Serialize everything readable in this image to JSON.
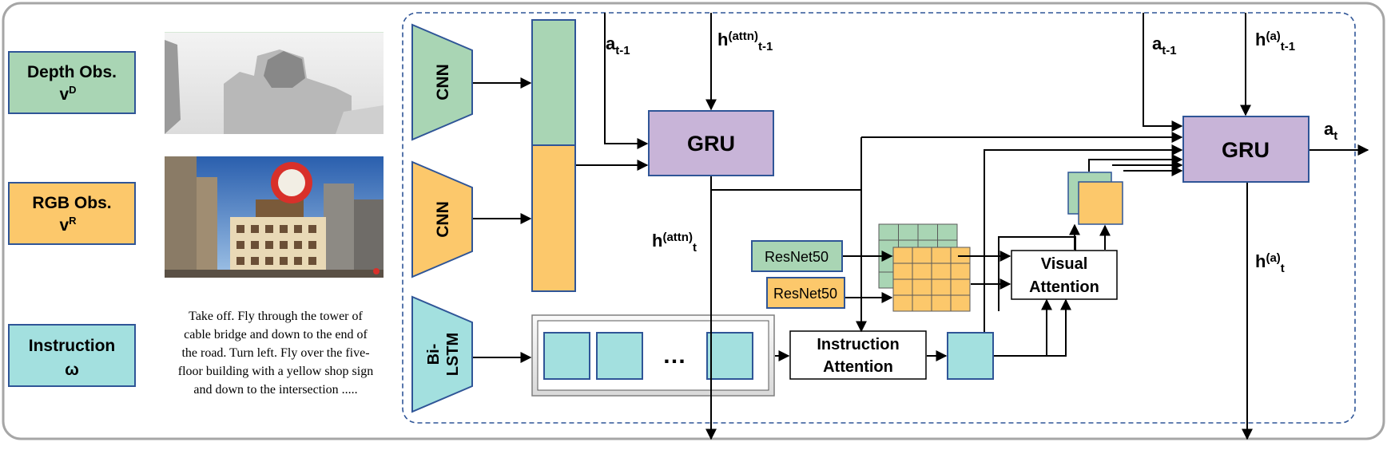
{
  "inputs": {
    "depth": {
      "title": "Depth Obs.",
      "symbol": "v",
      "sup": "D"
    },
    "rgb": {
      "title": "RGB Obs.",
      "symbol": "v",
      "sup": "R"
    },
    "instruction": {
      "title": "Instruction",
      "symbol": "ω"
    }
  },
  "instruction_text": [
    "Take off. Fly through the tower of",
    "cable bridge and down to the end of",
    "the road. Turn left. Fly over the five-",
    "floor building with a yellow shop sign",
    "and down to the intersection ....."
  ],
  "encoders": {
    "cnn1": "CNN",
    "cnn2": "CNN",
    "lstm_line1": "Bi-",
    "lstm_line2": "LSTM"
  },
  "modules": {
    "gru_attn": "GRU",
    "gru_action": "GRU",
    "resnet1": "ResNet50",
    "resnet2": "ResNet50",
    "instr_attn_line1": "Instruction",
    "instr_attn_line2": "Attention",
    "vis_attn_line1": "Visual",
    "vis_attn_line2": "Attention",
    "ellipsis": "…"
  },
  "signals": {
    "a_prev_1": {
      "base": "a",
      "sub": "t-1"
    },
    "h_attn_prev": {
      "base": "h",
      "sup": "(attn)",
      "sub": "t-1"
    },
    "a_prev_2": {
      "base": "a",
      "sub": "t-1"
    },
    "h_a_prev": {
      "base": "h",
      "sup": "(a)",
      "sub": "t-1"
    },
    "a_t": {
      "base": "a",
      "sub": "t"
    },
    "h_attn_t": {
      "base": "h",
      "sup": "(attn)",
      "sub": "t"
    },
    "h_a_t": {
      "base": "h",
      "sup": "(a)",
      "sub": "t"
    }
  },
  "colors": {
    "depth_green": "#a9d5b4",
    "rgb_yellow": "#fcc86b",
    "instr_cyan": "#a3e0df",
    "gru_purple": "#c8b4d8",
    "border_blue": "#2f5597",
    "dashed_blue": "#2f5597",
    "outer_gray": "#a6a6a6"
  }
}
